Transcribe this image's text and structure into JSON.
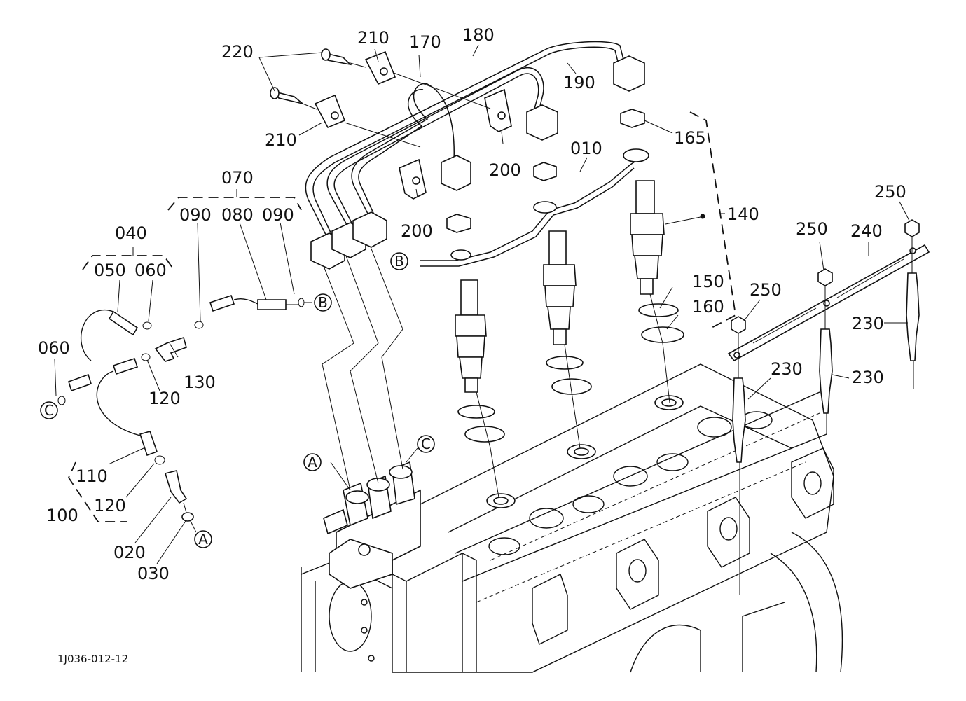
{
  "diagram": {
    "figure_code": "1J036-012-12",
    "reference_markers": [
      "A",
      "B",
      "C"
    ],
    "labels": {
      "p220": "220",
      "p210_top": "210",
      "p210_bottom": "210",
      "p170": "170",
      "p180": "180",
      "p190": "190",
      "p200_right": "200",
      "p200_left": "200",
      "p010": "010",
      "p165": "165",
      "p140": "140",
      "p150": "150",
      "p160": "160",
      "p250_left": "250",
      "p250_mid": "250",
      "p250_right": "250",
      "p240": "240",
      "p230_right": "230",
      "p230_mid": "230",
      "p230_left": "230",
      "p070": "070",
      "p090_left": "090",
      "p080": "080",
      "p090_right": "090",
      "p040": "040",
      "p050": "050",
      "p060_top": "060",
      "p060_left": "060",
      "p130": "130",
      "p120_top": "120",
      "p110": "110",
      "p120_bottom": "120",
      "p100": "100",
      "p020": "020",
      "p030": "030"
    }
  }
}
